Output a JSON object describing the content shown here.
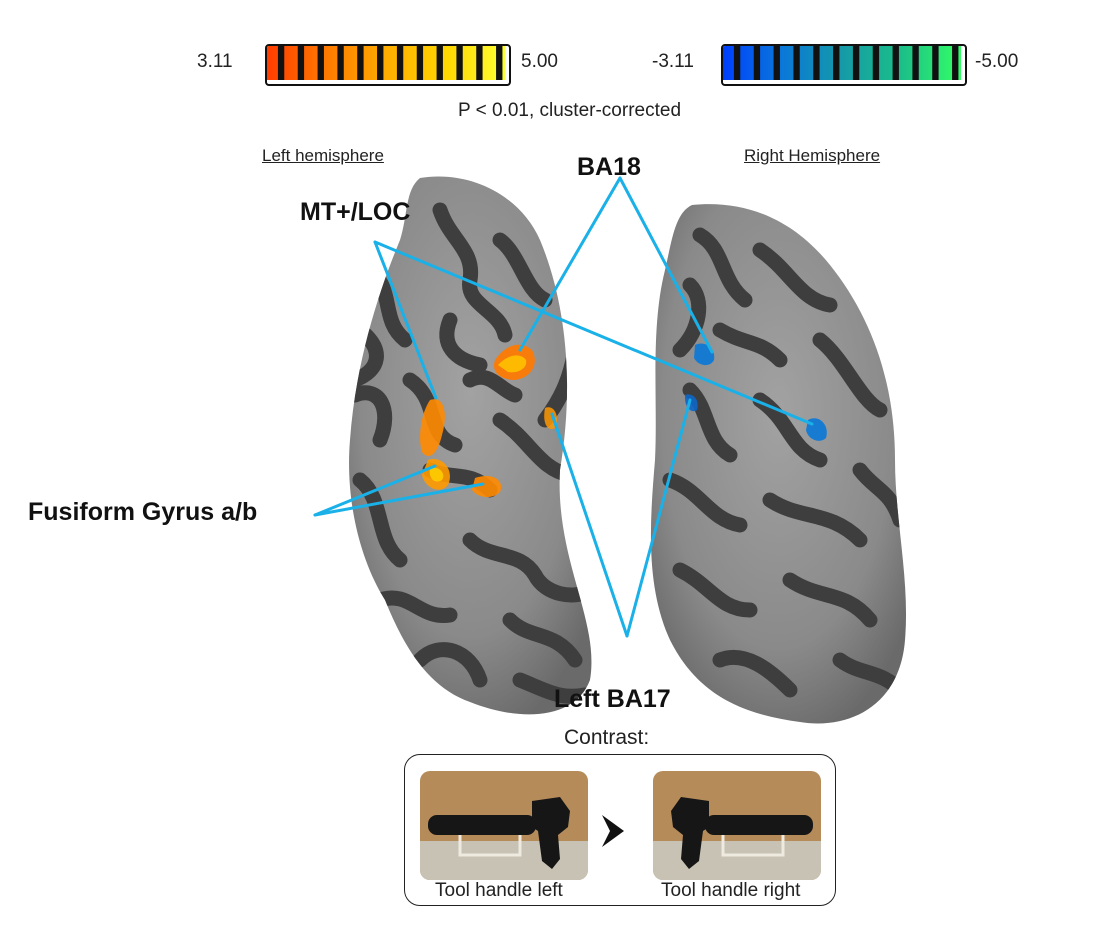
{
  "colorbars": {
    "positive": {
      "min_label": "3.11",
      "max_label": "5.00",
      "colors": [
        "#ff3c00",
        "#ff7a00",
        "#ffad00",
        "#ffd600",
        "#ffff33"
      ]
    },
    "negative": {
      "min_label": "-3.11",
      "max_label": "-5.00",
      "colors": [
        "#0040ff",
        "#0a78d8",
        "#159aa8",
        "#1bbf88",
        "#33ff66"
      ]
    }
  },
  "significance": "P < 0.01, cluster-corrected",
  "hemispheres": {
    "left": "Left hemisphere",
    "right": "Right Hemisphere"
  },
  "regions": {
    "ba18": "BA18",
    "mt_loc": "MT+/LOC",
    "fusiform": "Fusiform Gyrus a/b",
    "left_ba17": "Left BA17"
  },
  "colors": {
    "pointer_line": "#1ab0e8",
    "cortex_light": "#8e8e8e",
    "cortex_dark": "#3e3e3e"
  },
  "contrast": {
    "title": "Contrast:",
    "left_caption": "Tool handle left",
    "right_caption": "Tool handle right",
    "operator_icon": "chevron-right-icon"
  }
}
